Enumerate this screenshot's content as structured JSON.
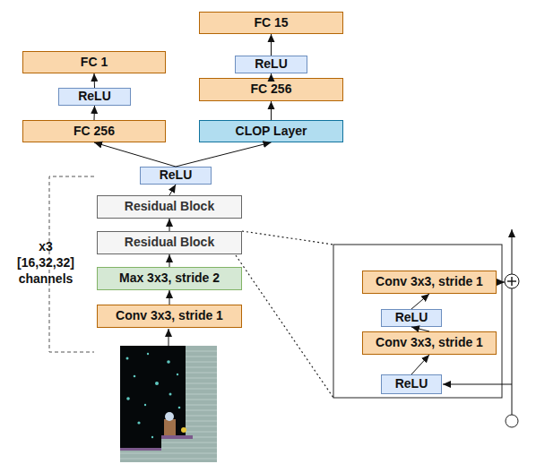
{
  "diagram": {
    "nodes": [
      {
        "text": [
          "FC 15"
        ]
      },
      {
        "text": [
          "FC 1"
        ]
      },
      {
        "text": [
          "ReLU"
        ]
      },
      {
        "text": [
          "ReLU"
        ]
      },
      {
        "text": [
          "FC 256"
        ]
      },
      {
        "text": [
          "FC 256"
        ]
      },
      {
        "text": [
          "CLOP Layer"
        ]
      },
      {
        "text": [
          "ReLU"
        ]
      },
      {
        "text": [
          "Residual Block"
        ]
      },
      {
        "text": [
          "Residual Block"
        ]
      },
      {
        "text": [
          "Max 3x3, stride 2"
        ]
      },
      {
        "text": [
          "Conv 3x3, stride 1"
        ]
      },
      {
        "text": [
          "Conv 3x3, stride 1"
        ]
      },
      {
        "text": [
          "ReLU"
        ]
      },
      {
        "text": [
          "Conv 3x3, stride 1"
        ]
      },
      {
        "text": [
          "ReLU"
        ]
      }
    ],
    "edges": [
      {
        "from": 11,
        "to": 10,
        "arrow": "to"
      },
      {
        "from": 10,
        "to": 9,
        "arrow": "to"
      },
      {
        "from": 9,
        "to": 8,
        "arrow": "to"
      },
      {
        "from": 8,
        "to": 7,
        "arrow": "to"
      },
      {
        "from": 7,
        "to": 5,
        "arrow": "to"
      },
      {
        "from": 7,
        "to": 6,
        "arrow": "to"
      },
      {
        "from": 5,
        "to": 3,
        "arrow": "to"
      },
      {
        "from": 3,
        "to": 1,
        "arrow": "to"
      },
      {
        "from": 6,
        "to": 4,
        "arrow": "to"
      },
      {
        "from": 4,
        "to": 2,
        "arrow": "to"
      },
      {
        "from": 2,
        "to": 0,
        "arrow": "to"
      },
      {
        "from": 15,
        "to": 14,
        "arrow": "to"
      },
      {
        "from": 14,
        "to": 13,
        "arrow": "to"
      },
      {
        "from": 13,
        "to": 12,
        "arrow": "to"
      }
    ],
    "labels": [
      "x3 [16,32,32] channels"
    ]
  }
}
